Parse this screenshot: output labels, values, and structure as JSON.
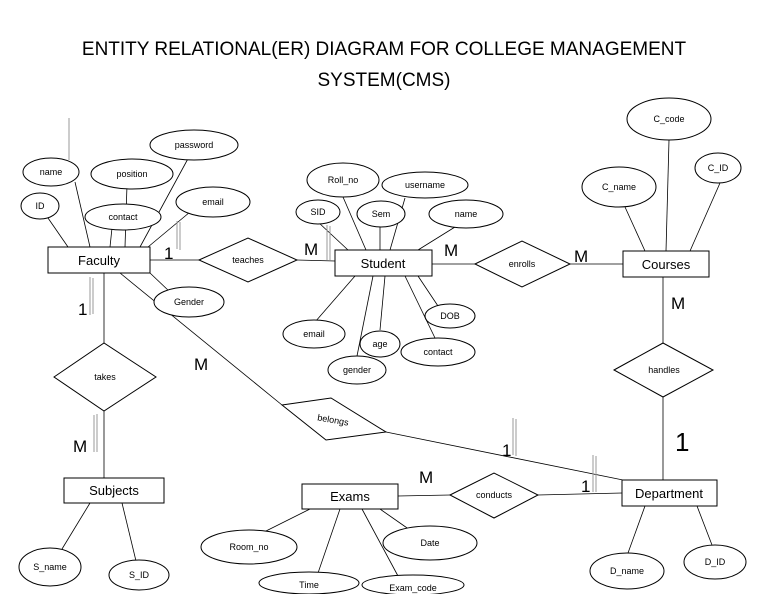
{
  "title": {
    "line1": "ENTITY RELATIONAL(ER) DIAGRAM FOR COLLEGE MANAGEMENT",
    "line2": "SYSTEM(CMS)"
  },
  "entities": {
    "faculty": "Faculty",
    "student": "Student",
    "courses": "Courses",
    "subjects": "Subjects",
    "exams": "Exams",
    "department": "Department"
  },
  "relationships": {
    "teaches": "teaches",
    "enrolls": "enrolls",
    "takes": "takes",
    "belongs": "belongs",
    "handles": "handles",
    "conducts": "conducts"
  },
  "attributes": {
    "faculty": {
      "name": "name",
      "position": "position",
      "password": "password",
      "id": "ID",
      "contact": "contact",
      "email": "email",
      "gender": "Gender"
    },
    "student": {
      "roll_no": "Roll_no",
      "username": "username",
      "sid": "SID",
      "sem": "Sem",
      "name": "name",
      "email": "email",
      "age": "age",
      "dob": "DOB",
      "contact": "contact",
      "gender": "gender"
    },
    "courses": {
      "c_code": "C_code",
      "c_name": "C_name",
      "c_id": "C_ID"
    },
    "subjects": {
      "s_name": "S_name",
      "s_id": "S_ID"
    },
    "exams": {
      "room_no": "Room_no",
      "date": "Date",
      "time": "Time",
      "exam_code": "Exam_code"
    },
    "department": {
      "d_name": "D_name",
      "d_id": "D_ID"
    }
  },
  "cardinalities": {
    "faculty_teaches": "1",
    "teaches_student": "M",
    "student_enrolls": "M",
    "enrolls_courses": "M",
    "faculty_takes": "1",
    "takes_subjects": "M",
    "faculty_belongs": "M",
    "belongs_department": "1",
    "courses_handles": "M",
    "handles_department": "1",
    "exams_conducts": "M",
    "conducts_department": "1"
  }
}
